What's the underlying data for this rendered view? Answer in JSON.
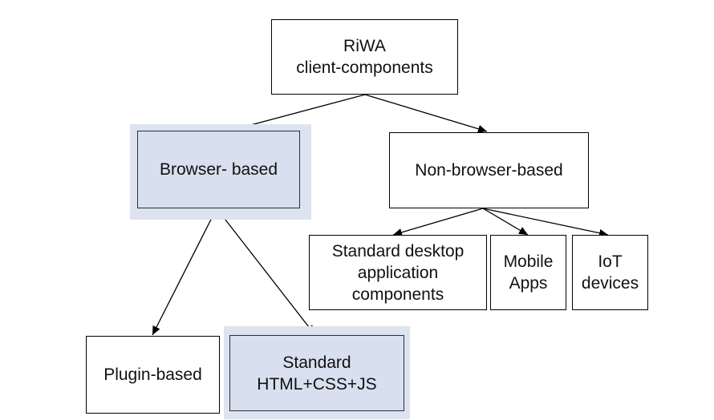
{
  "diagram": {
    "root": {
      "lines": [
        "RiWA",
        "client-components"
      ]
    },
    "browser": {
      "label": "Browser- based",
      "highlighted": true
    },
    "nonbrowser": {
      "label": "Non-browser-based",
      "highlighted": false
    },
    "desktop": {
      "lines": [
        "Standard desktop",
        "application",
        "components"
      ]
    },
    "mobile": {
      "lines": [
        "Mobile",
        "Apps"
      ]
    },
    "iot": {
      "lines": [
        "IoT",
        "devices"
      ]
    },
    "plugin": {
      "label": "Plugin-based",
      "highlighted": false
    },
    "standard": {
      "lines": [
        "Standard",
        "HTML+CSS+JS"
      ],
      "highlighted": true
    },
    "colors": {
      "highlight_fill": "#d8dfee",
      "highlight_halo": "#dde3ef",
      "border": "#000000",
      "arrow": "#000000"
    }
  }
}
